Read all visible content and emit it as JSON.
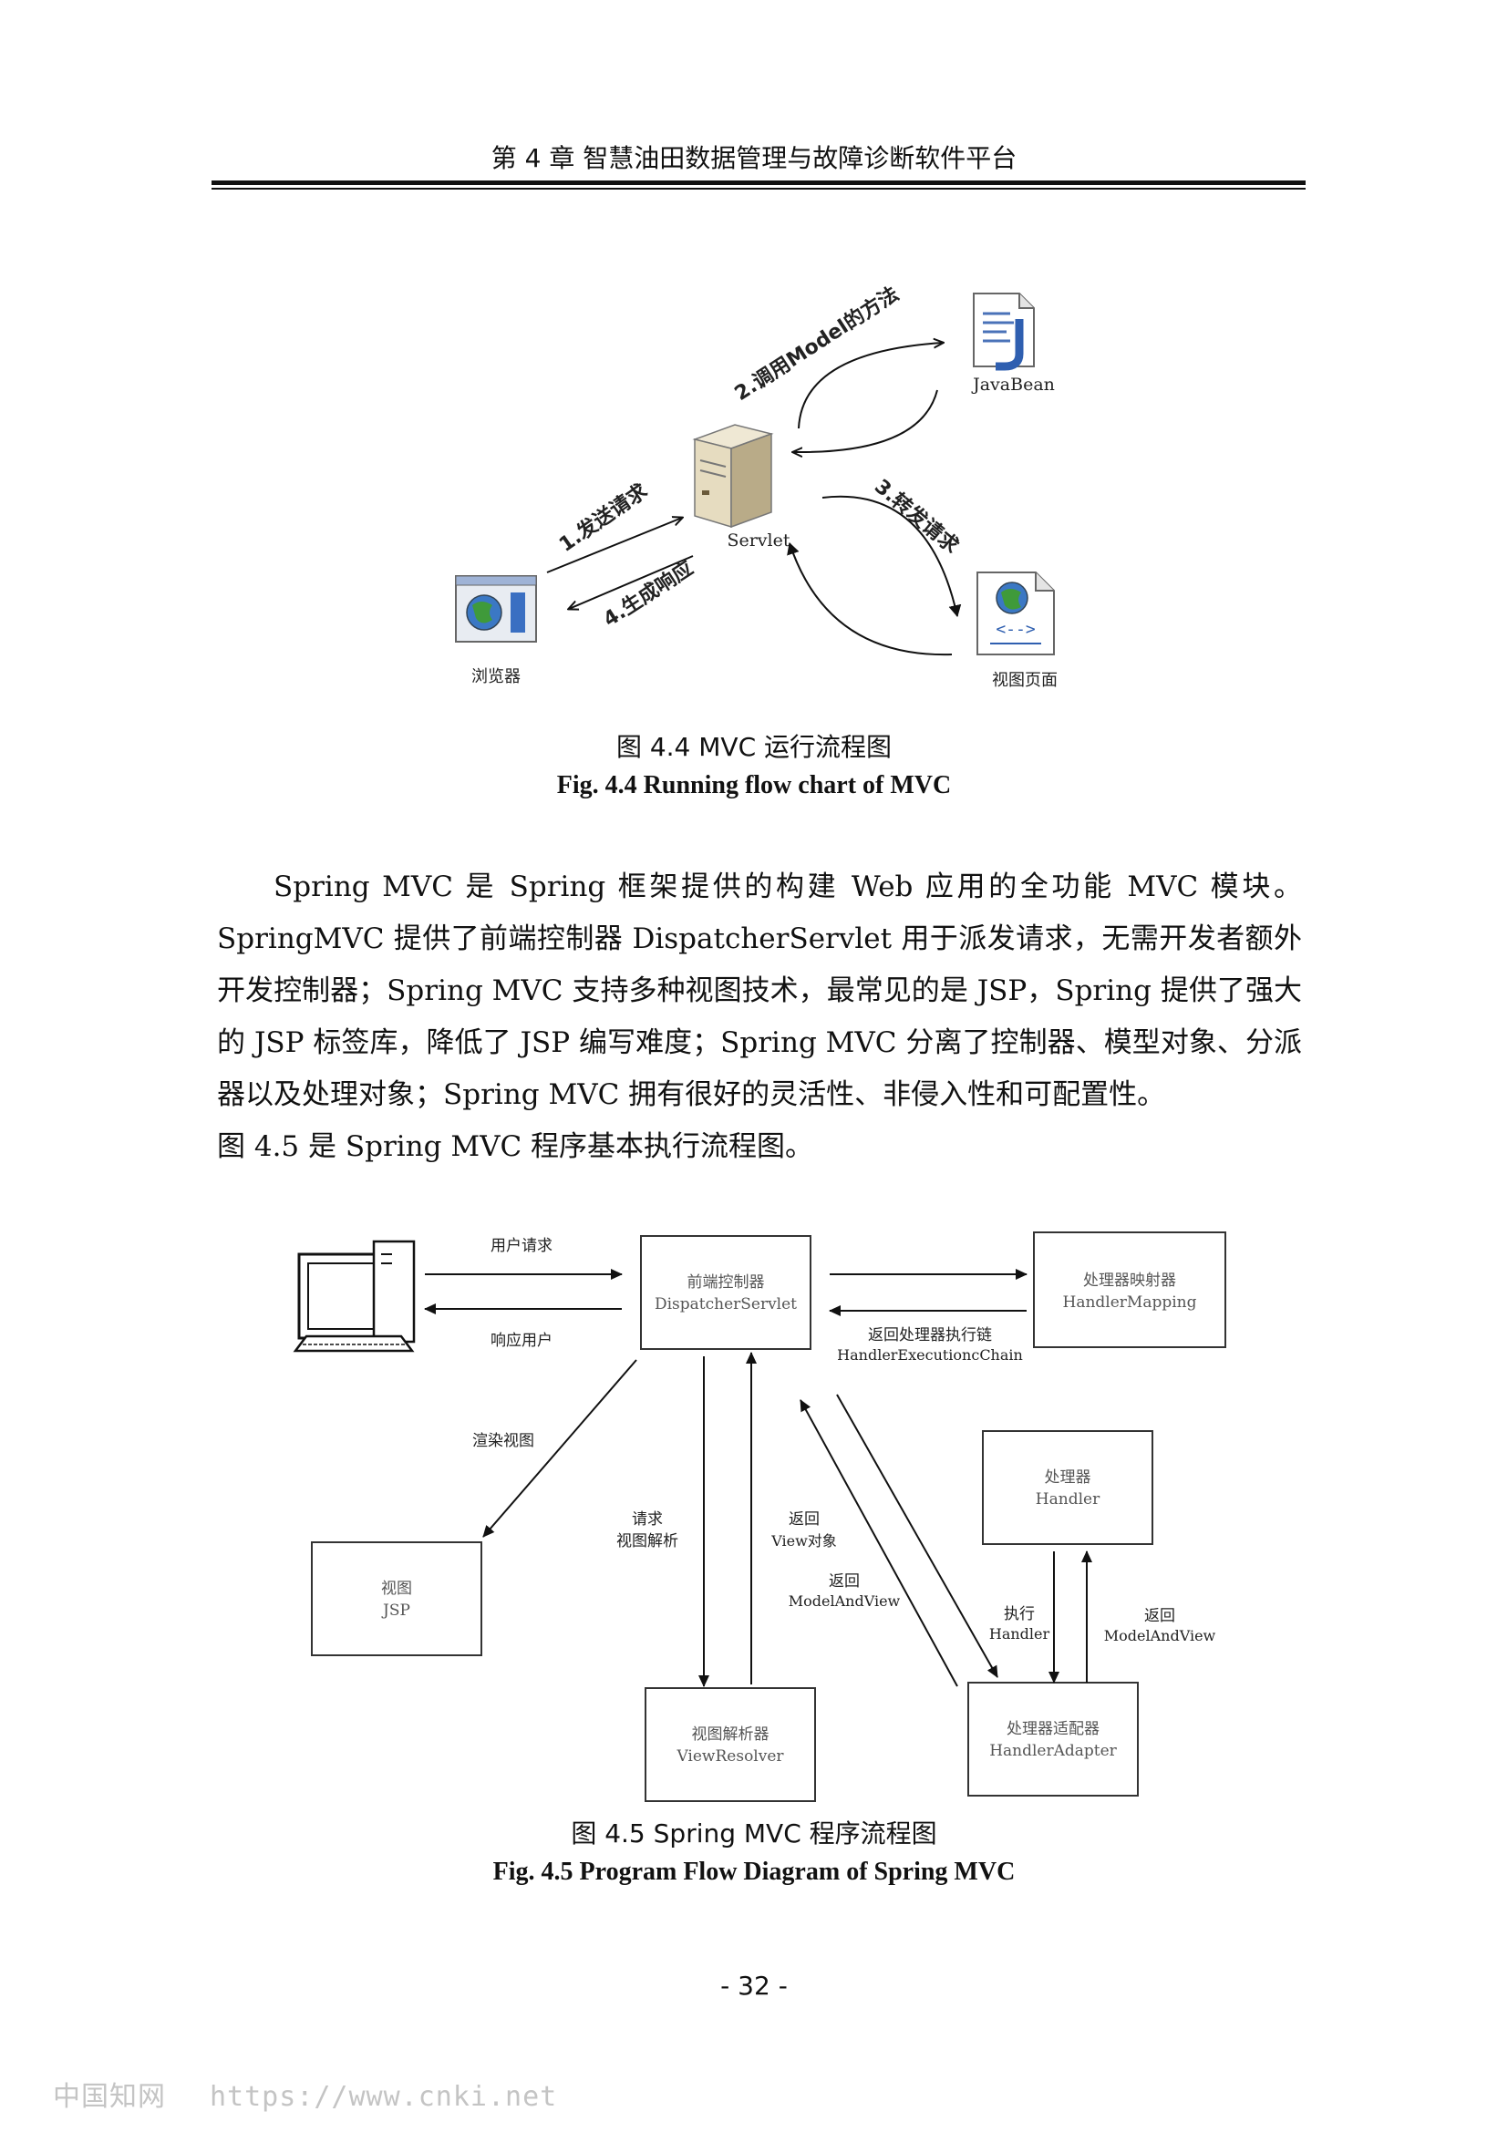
{
  "header": {
    "title": "第 4 章  智慧油田数据管理与故障诊断软件平台"
  },
  "figure1": {
    "nodes": {
      "javabean": "JavaBean",
      "servlet": "Servlet",
      "browser": "浏览器",
      "view_page": "视图页面"
    },
    "arrows": {
      "send_request": "1.发送请求",
      "call_model": "2.调用Model的方法",
      "forward_request": "3.转发请求",
      "gen_response": "4.生成响应"
    },
    "caption_cn": "图 4.4  MVC 运行流程图",
    "caption_en": "Fig. 4.4 Running flow chart of MVC"
  },
  "paragraph": {
    "line1": "Spring MVC 是 Spring 框架提供的构建 Web 应用的全功能 MVC 模块。SpringMVC 提供了前端控制器 DispatcherServlet 用于派发请求，无需开发者额外开发控制器；Spring MVC 支持多种视图技术，最常见的是 JSP，Spring 提供了强大的 JSP 标签库，降低了 JSP 编写难度；Spring MVC 分离了控制器、模型对象、分派器以及处理对象；Spring MVC 拥有很好的灵活性、非侵入性和可配置性。",
    "line2": "图 4.5 是 Spring MVC 程序基本执行流程图。"
  },
  "figure2": {
    "boxes": {
      "dispatcher_cn": "前端控制器",
      "dispatcher_en": "DispatcherServlet",
      "mapping_cn": "处理器映射器",
      "mapping_en": "HandlerMapping",
      "handler_cn": "处理器",
      "handler_en": "Handler",
      "view_cn": "视图",
      "view_en": "JSP",
      "resolver_cn": "视图解析器",
      "resolver_en": "ViewResolver",
      "adapter_cn": "处理器适配器",
      "adapter_en": "HandlerAdapter"
    },
    "arrows": {
      "user_request": "用户请求",
      "respond_user": "响应用户",
      "return_chain_cn": "返回处理器执行链",
      "return_chain_en": "HandlerExecutioncChain",
      "render_view": "渲染视图",
      "request_cn": "请求",
      "request_resolve": "视图解析",
      "return_cn": "返回",
      "view_object": "View对象",
      "return2_cn": "返回",
      "model_and_view": "ModelAndView",
      "execute_cn": "执行",
      "execute_handler": "Handler",
      "return3_cn": "返回",
      "model_and_view2": "ModelAndView"
    },
    "caption_cn": "图 4.5  Spring MVC 程序流程图",
    "caption_en": "Fig. 4.5 Program Flow Diagram of Spring MVC"
  },
  "page_number": "- 32 -",
  "watermark": {
    "cn": "中国知网",
    "url": "https://www.cnki.net"
  }
}
